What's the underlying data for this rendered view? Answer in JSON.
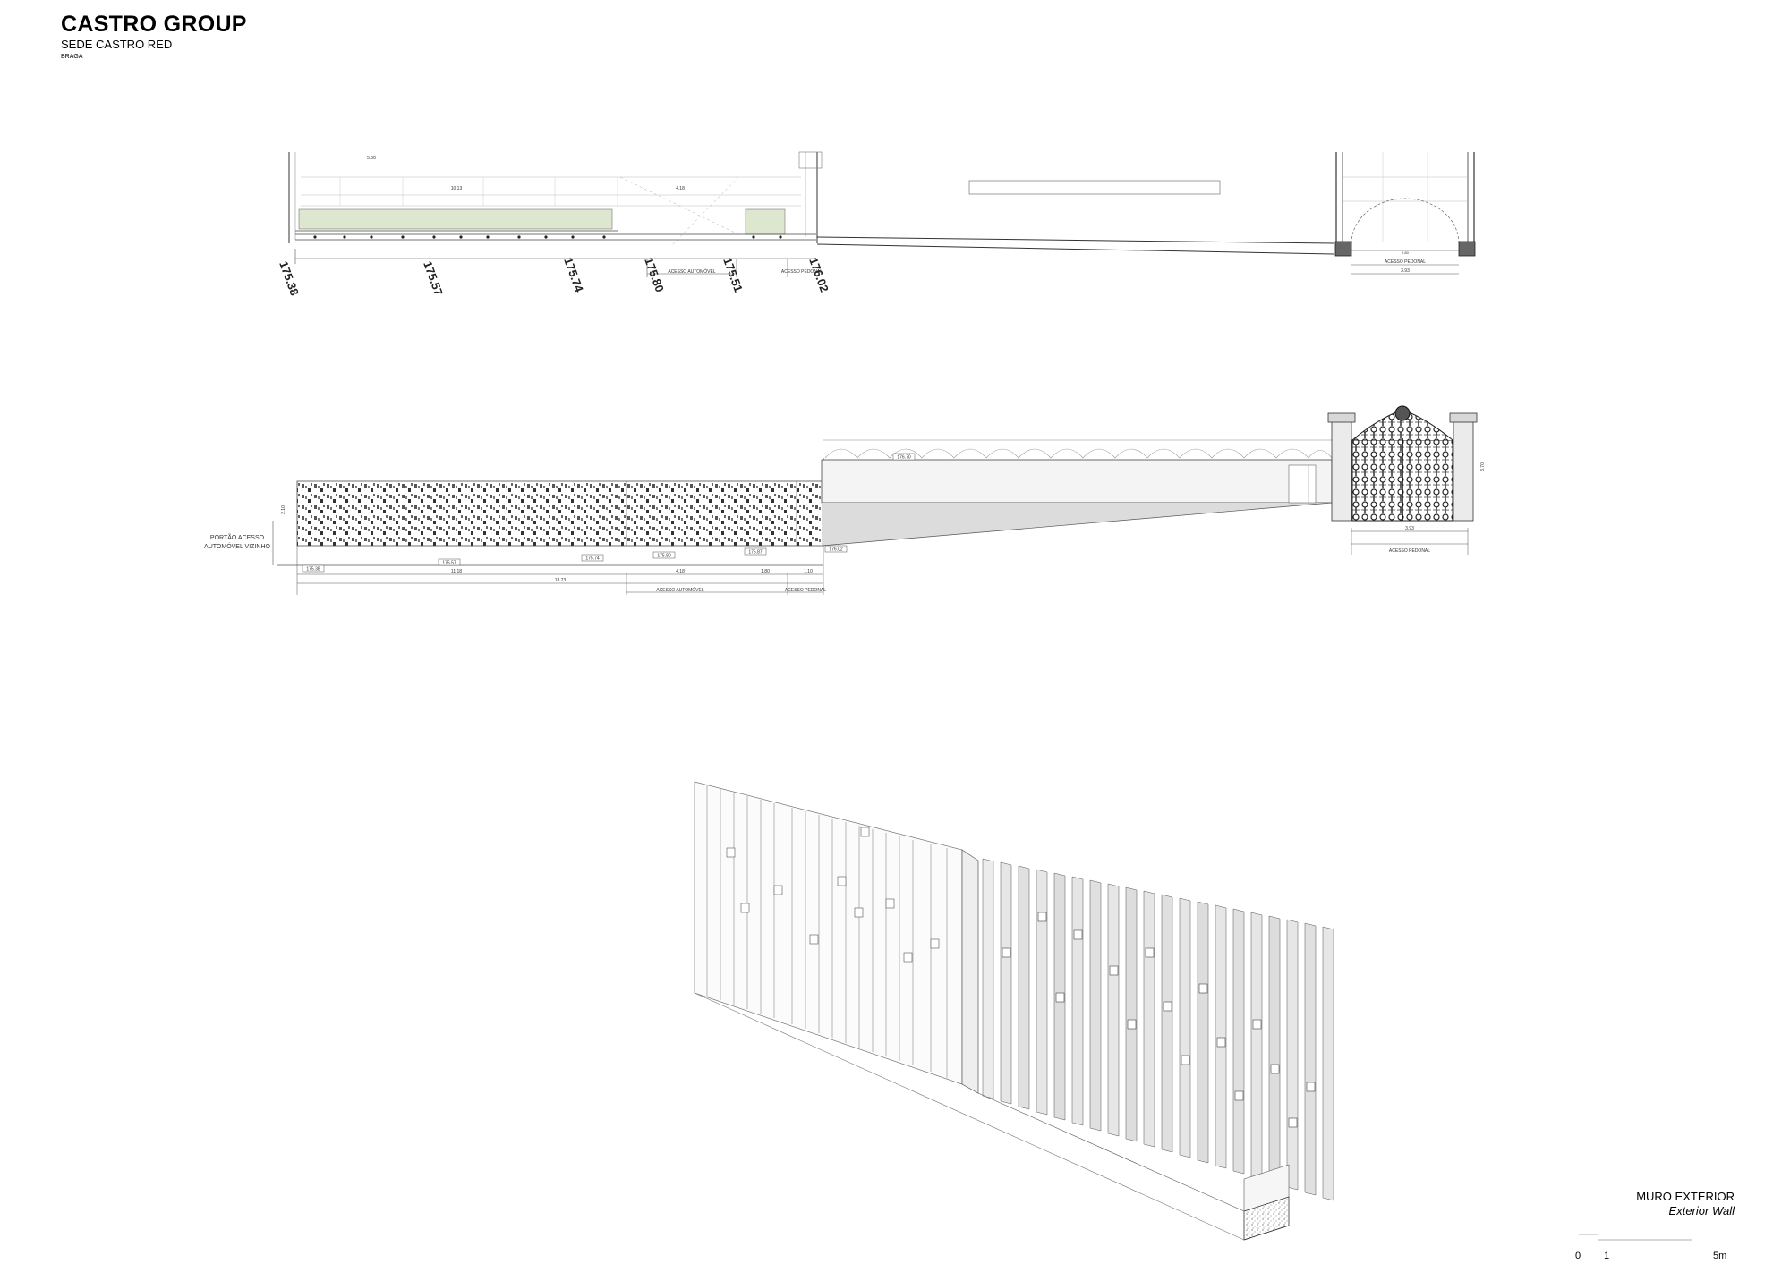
{
  "header": {
    "company": "CASTRO GROUP",
    "project": "SEDE CASTRO RED",
    "city": "BRAGA"
  },
  "plan": {
    "levels": [
      "175.38",
      "175.57",
      "175.74",
      "175.80",
      "175.51",
      "176.02"
    ],
    "dims_top": [
      "5.00",
      "10.13",
      "4.18"
    ],
    "access_auto": "ACESSO AUTOMÓVEL",
    "access_ped": "ACESSO PEDONAL",
    "gate_width": "3.93",
    "gate_inner": "2.80"
  },
  "elevation": {
    "neighbor_gate_line1": "PORTÃO ACESSO",
    "neighbor_gate_line2": "AUTOMÓVEL VIZINHO",
    "levels": [
      "175.38",
      "175.57",
      "175.74",
      "175.80",
      "175.87",
      "176.02",
      "176.70"
    ],
    "dims": [
      "11.18",
      "4.18",
      "1.80",
      "1.10",
      "18.73"
    ],
    "access_auto": "ACESSO AUTOMÓVEL",
    "access_ped": "ACESSO PEDONAL",
    "gate_width": "3.93",
    "height_left": "2.10",
    "height_right": "3.70"
  },
  "caption": {
    "title": "MURO EXTERIOR",
    "subtitle": "Exterior Wall"
  },
  "scale": {
    "zero": "0",
    "one": "1",
    "five": "5m"
  }
}
